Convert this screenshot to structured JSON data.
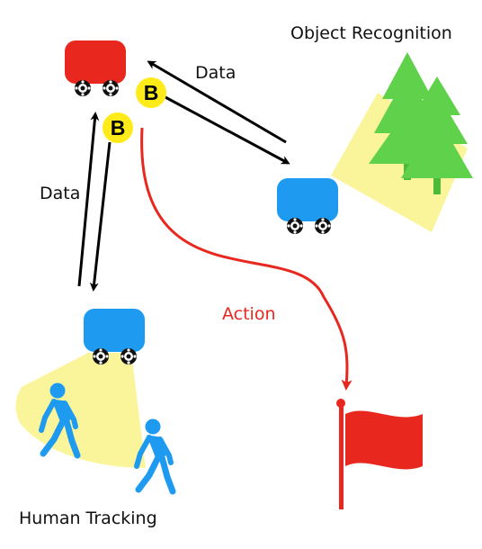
{
  "labels": {
    "object_recognition": "Object Recognition",
    "data_top": "Data",
    "data_left": "Data",
    "action": "Action",
    "human_tracking": "Human Tracking"
  },
  "badges": {
    "b1": "B",
    "b2": "B"
  },
  "colors": {
    "base_robot": "#e8281e",
    "field_robot": "#1e9bf0",
    "camera_fov": "#faf59a",
    "tree": "#5fd14a",
    "trunk": "#4cbb3a",
    "person": "#1e9bf0",
    "flag": "#e8281e",
    "action_path": "#e8281e",
    "badge": "#ffeb1a",
    "arrow": "#000000"
  },
  "icons": [
    "robot-icon",
    "wheel-icon",
    "badge-b-icon",
    "tree-icon",
    "walking-person-icon",
    "flag-icon"
  ]
}
